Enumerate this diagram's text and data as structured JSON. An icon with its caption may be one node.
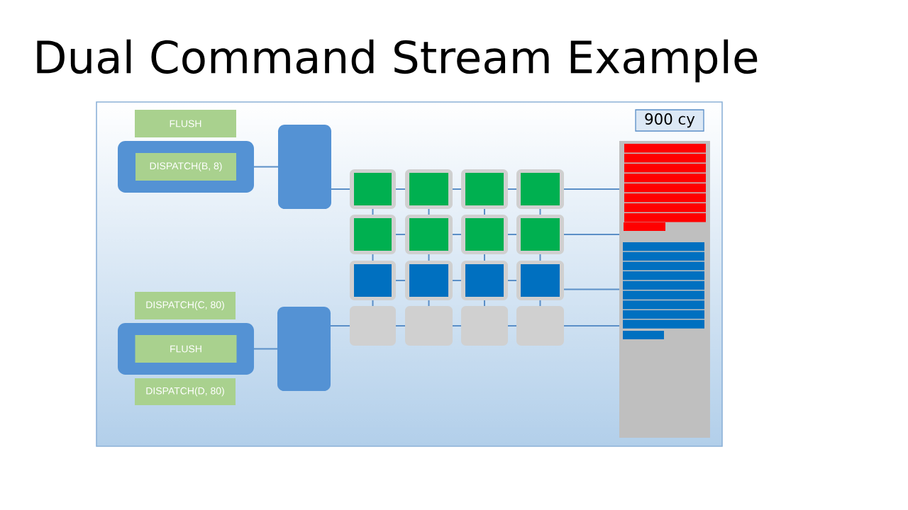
{
  "diagram": {
    "title": "Dual Command Stream Example",
    "nodes": [
      {
        "text": [
          "FLUSH"
        ]
      },
      {
        "text": [],
        "shape": "box"
      },
      {
        "text": [
          "DISPATCH(B, 8)"
        ],
        "in": 1
      },
      {
        "text": [],
        "shape": "box"
      },
      {
        "text": [
          "DISPATCH(C, 80)"
        ]
      },
      {
        "text": [],
        "shape": "box"
      },
      {
        "text": [
          "FLUSH"
        ],
        "in": 5
      },
      {
        "text": [
          "DISPATCH(D, 80)"
        ]
      },
      {
        "text": [],
        "shape": "box"
      },
      {
        "text": [],
        "shape": "box"
      },
      {
        "text": [],
        "shape": "box"
      },
      {
        "text": [],
        "shape": "box"
      },
      {
        "text": [],
        "shape": "box"
      },
      {
        "text": [],
        "shape": "box"
      },
      {
        "text": [],
        "shape": "box"
      },
      {
        "text": [],
        "shape": "box"
      },
      {
        "text": [],
        "shape": "box"
      },
      {
        "text": [],
        "shape": "box"
      },
      {
        "text": [],
        "shape": "box"
      },
      {
        "text": [],
        "shape": "box"
      },
      {
        "text": [],
        "shape": "box"
      },
      {
        "text": [],
        "shape": "box"
      },
      {
        "text": [],
        "shape": "box"
      },
      {
        "text": [],
        "shape": "box"
      },
      {
        "text": [],
        "shape": "box"
      },
      {
        "text": [
          "900 cy"
        ]
      },
      {
        "text": [],
        "shape": "box"
      }
    ],
    "edges": [
      {
        "from": 1,
        "to": 3,
        "arrow": "none"
      },
      {
        "from": 5,
        "to": 8,
        "arrow": "none"
      },
      {
        "from": 3,
        "to": 9,
        "arrow": "none"
      },
      {
        "from": 8,
        "to": 21,
        "arrow": "none"
      },
      {
        "from": 9,
        "to": 10,
        "arrow": "none"
      },
      {
        "from": 10,
        "to": 11,
        "arrow": "none"
      },
      {
        "from": 11,
        "to": 12,
        "arrow": "none"
      },
      {
        "from": 13,
        "to": 14,
        "arrow": "none"
      },
      {
        "from": 14,
        "to": 15,
        "arrow": "none"
      },
      {
        "from": 15,
        "to": 16,
        "arrow": "none"
      },
      {
        "from": 17,
        "to": 18,
        "arrow": "none"
      },
      {
        "from": 18,
        "to": 19,
        "arrow": "none"
      },
      {
        "from": 19,
        "to": 20,
        "arrow": "none"
      },
      {
        "from": 21,
        "to": 22,
        "arrow": "none"
      },
      {
        "from": 22,
        "to": 23,
        "arrow": "none"
      },
      {
        "from": 23,
        "to": 24,
        "arrow": "none"
      },
      {
        "from": 12,
        "to": 26,
        "arrow": "none"
      },
      {
        "from": 16,
        "to": 26,
        "arrow": "none"
      },
      {
        "from": 20,
        "to": 26,
        "arrow": "none"
      },
      {
        "from": 24,
        "to": 26,
        "arrow": "none"
      },
      {
        "from": 9,
        "to": 13,
        "arrow": "none"
      },
      {
        "from": 10,
        "to": 14,
        "arrow": "none"
      },
      {
        "from": 11,
        "to": 15,
        "arrow": "none"
      },
      {
        "from": 12,
        "to": 16,
        "arrow": "none"
      },
      {
        "from": 13,
        "to": 17,
        "arrow": "none"
      },
      {
        "from": 14,
        "to": 18,
        "arrow": "none"
      },
      {
        "from": 15,
        "to": 19,
        "arrow": "none"
      },
      {
        "from": 16,
        "to": 20,
        "arrow": "none"
      },
      {
        "from": 17,
        "to": 21,
        "arrow": "none"
      },
      {
        "from": 18,
        "to": 22,
        "arrow": "none"
      },
      {
        "from": 19,
        "to": 23,
        "arrow": "none"
      },
      {
        "from": 20,
        "to": 24,
        "arrow": "none"
      }
    ]
  }
}
